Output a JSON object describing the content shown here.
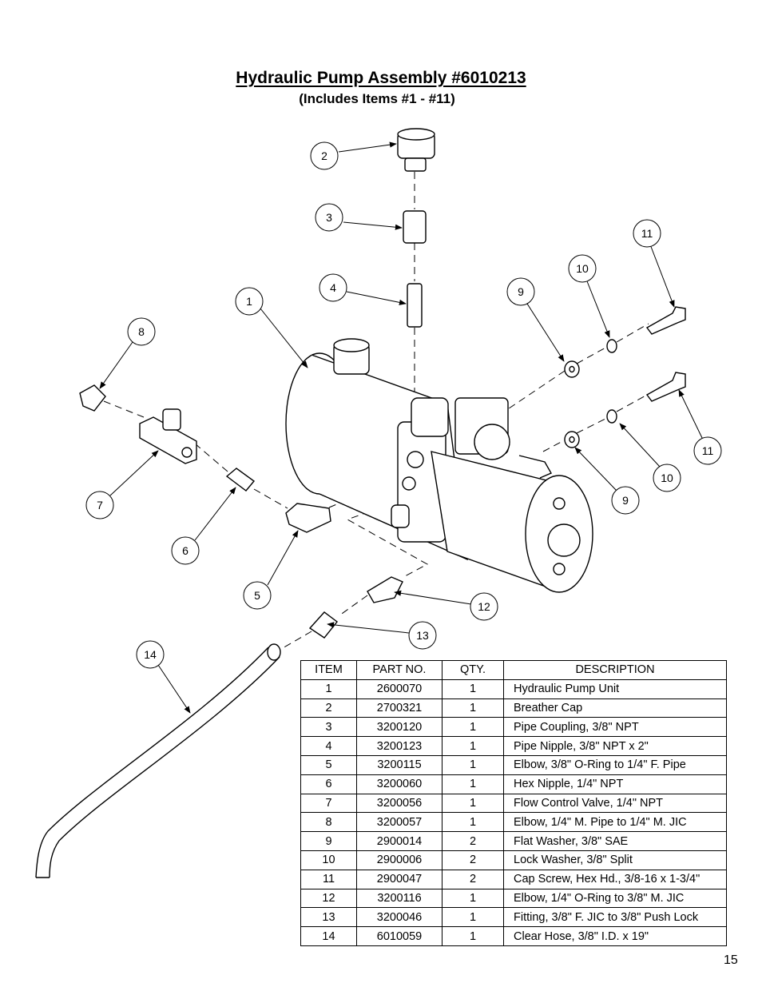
{
  "title": "Hydraulic Pump Assembly #6010213",
  "subtitle": "(Includes Items #1 - #11)",
  "callouts": [
    "1",
    "2",
    "3",
    "4",
    "5",
    "6",
    "7",
    "8",
    "9",
    "10",
    "11",
    "12",
    "13",
    "14"
  ],
  "callouts_dup": [
    "9",
    "10",
    "11"
  ],
  "table": {
    "headers": [
      "ITEM",
      "PART NO.",
      "QTY.",
      "DESCRIPTION"
    ],
    "rows": [
      [
        "1",
        "2600070",
        "1",
        "Hydraulic Pump Unit"
      ],
      [
        "2",
        "2700321",
        "1",
        "Breather Cap"
      ],
      [
        "3",
        "3200120",
        "1",
        "Pipe Coupling, 3/8\" NPT"
      ],
      [
        "4",
        "3200123",
        "1",
        "Pipe Nipple, 3/8\" NPT x 2\""
      ],
      [
        "5",
        "3200115",
        "1",
        "Elbow, 3/8\" O-Ring to 1/4\" F. Pipe"
      ],
      [
        "6",
        "3200060",
        "1",
        "Hex Nipple, 1/4\" NPT"
      ],
      [
        "7",
        "3200056",
        "1",
        "Flow Control Valve, 1/4\" NPT"
      ],
      [
        "8",
        "3200057",
        "1",
        "Elbow, 1/4\" M. Pipe to 1/4\" M. JIC"
      ],
      [
        "9",
        "2900014",
        "2",
        "Flat Washer, 3/8\" SAE"
      ],
      [
        "10",
        "2900006",
        "2",
        "Lock Washer, 3/8\" Split"
      ],
      [
        "11",
        "2900047",
        "2",
        "Cap Screw, Hex Hd., 3/8-16 x 1-3/4\""
      ],
      [
        "12",
        "3200116",
        "1",
        "Elbow, 1/4\" O-Ring to 3/8\" M. JIC"
      ],
      [
        "13",
        "3200046",
        "1",
        "Fitting, 3/8\" F. JIC to 3/8\" Push Lock"
      ],
      [
        "14",
        "6010059",
        "1",
        "Clear Hose, 3/8\" I.D. x 19\""
      ]
    ]
  },
  "page_number": "15"
}
